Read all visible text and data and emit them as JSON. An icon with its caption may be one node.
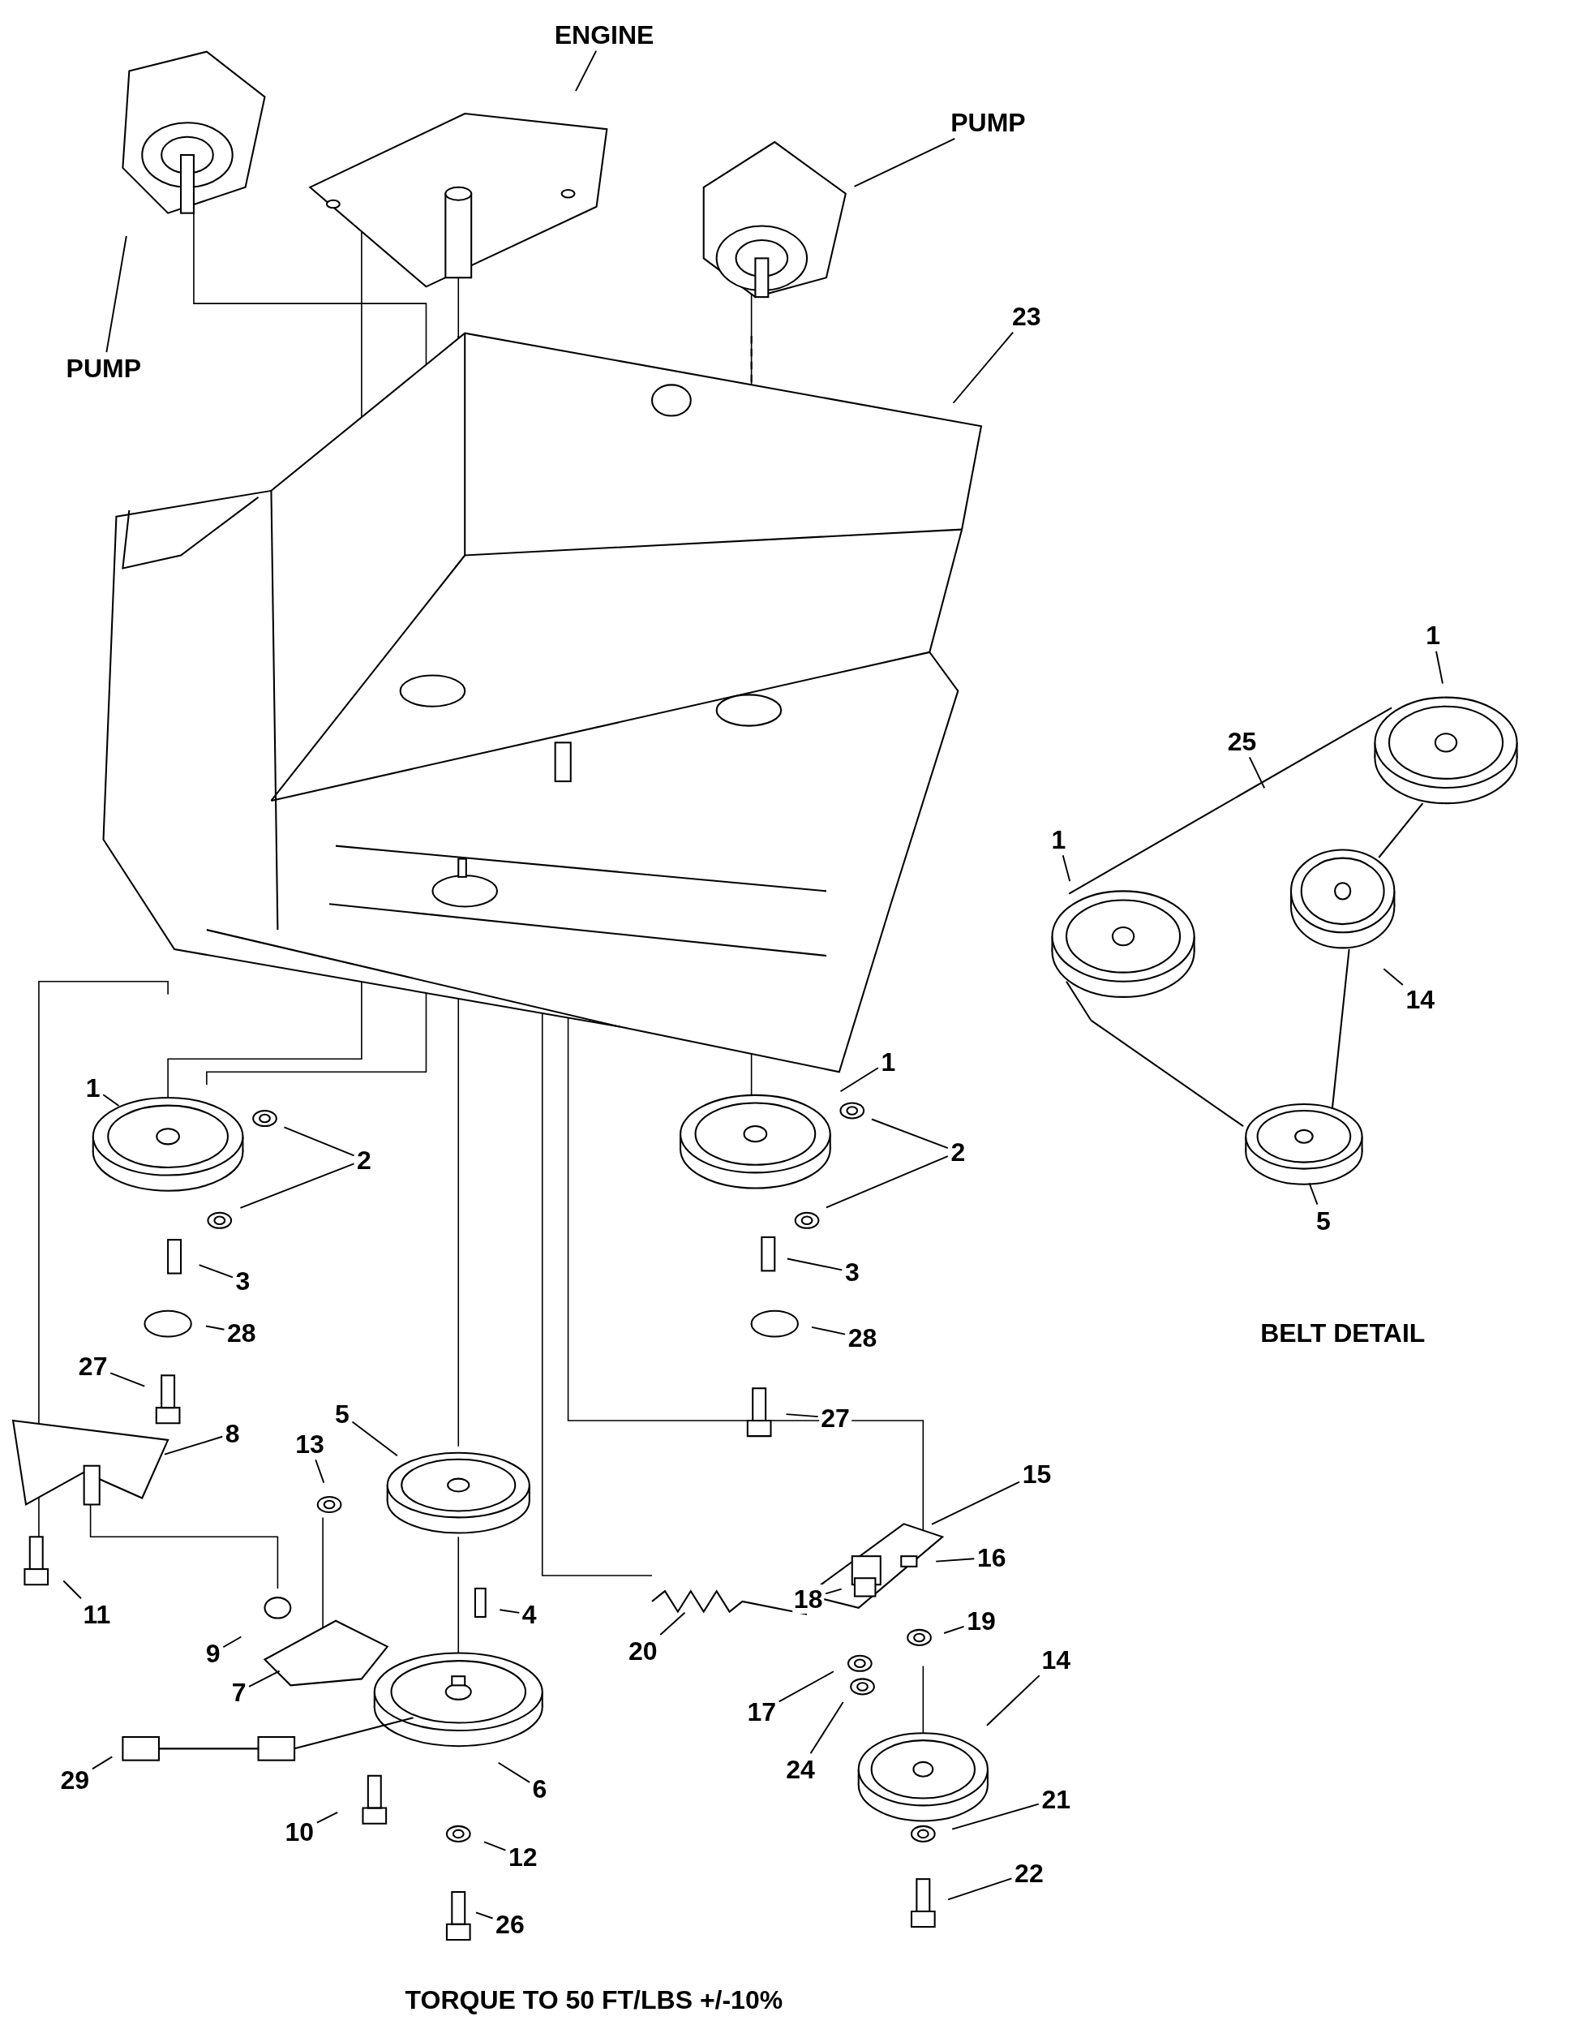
{
  "diagram": {
    "nodes": [
      {
        "text": [
          "ENGINE"
        ]
      },
      {
        "text": [
          "PUMP"
        ]
      },
      {
        "text": [
          "PUMP"
        ]
      },
      {
        "text": [
          "23"
        ]
      },
      {
        "text": [
          "1"
        ]
      },
      {
        "text": [
          "25"
        ]
      },
      {
        "text": [
          "1"
        ]
      },
      {
        "text": [
          "14"
        ]
      },
      {
        "text": [
          "5"
        ]
      },
      {
        "text": [
          "1"
        ]
      },
      {
        "text": [
          "2"
        ]
      },
      {
        "text": [
          "3"
        ]
      },
      {
        "text": [
          "28"
        ]
      },
      {
        "text": [
          "27"
        ]
      },
      {
        "text": [
          "8"
        ]
      },
      {
        "text": [
          "11"
        ]
      },
      {
        "text": [
          "13"
        ]
      },
      {
        "text": [
          "5"
        ]
      },
      {
        "text": [
          "9"
        ]
      },
      {
        "text": [
          "4"
        ]
      },
      {
        "text": [
          "7"
        ]
      },
      {
        "text": [
          "29"
        ]
      },
      {
        "text": [
          "10"
        ]
      },
      {
        "text": [
          "6"
        ]
      },
      {
        "text": [
          "12"
        ]
      },
      {
        "text": [
          "26"
        ]
      },
      {
        "text": [
          "1"
        ]
      },
      {
        "text": [
          "2"
        ]
      },
      {
        "text": [
          "3"
        ]
      },
      {
        "text": [
          "28"
        ]
      },
      {
        "text": [
          "27"
        ]
      },
      {
        "text": [
          "15"
        ]
      },
      {
        "text": [
          "16"
        ]
      },
      {
        "text": [
          "20"
        ]
      },
      {
        "text": [
          "18"
        ]
      },
      {
        "text": [
          "19"
        ]
      },
      {
        "text": [
          "17"
        ]
      },
      {
        "text": [
          "14"
        ]
      },
      {
        "text": [
          "24"
        ]
      },
      {
        "text": [
          "21"
        ]
      },
      {
        "text": [
          "22"
        ]
      }
    ],
    "edges": [
      {
        "from": 0,
        "to": null,
        "arrow": "none"
      },
      {
        "from": 1,
        "to": null,
        "arrow": "none"
      },
      {
        "from": 2,
        "to": null,
        "arrow": "none"
      },
      {
        "from": 3,
        "to": null,
        "arrow": "none"
      },
      {
        "from": 4,
        "to": null,
        "arrow": "none"
      },
      {
        "from": 5,
        "to": null,
        "arrow": "none"
      },
      {
        "from": 6,
        "to": null,
        "arrow": "none"
      },
      {
        "from": 7,
        "to": null,
        "arrow": "none"
      },
      {
        "from": 8,
        "to": null,
        "arrow": "none"
      },
      {
        "from": 9,
        "to": null,
        "arrow": "none"
      },
      {
        "from": 10,
        "to": null,
        "arrow": "none"
      },
      {
        "from": 10,
        "to": null,
        "arrow": "none"
      },
      {
        "from": 11,
        "to": null,
        "arrow": "none"
      },
      {
        "from": 12,
        "to": null,
        "arrow": "none"
      },
      {
        "from": 13,
        "to": null,
        "arrow": "none"
      },
      {
        "from": 14,
        "to": null,
        "arrow": "none"
      },
      {
        "from": 15,
        "to": null,
        "arrow": "none"
      },
      {
        "from": 16,
        "to": null,
        "arrow": "none"
      },
      {
        "from": 17,
        "to": null,
        "arrow": "none"
      },
      {
        "from": 18,
        "to": null,
        "arrow": "none"
      },
      {
        "from": 19,
        "to": null,
        "arrow": "none"
      },
      {
        "from": 20,
        "to": null,
        "arrow": "none"
      },
      {
        "from": 21,
        "to": null,
        "arrow": "none"
      },
      {
        "from": 22,
        "to": null,
        "arrow": "none"
      },
      {
        "from": 23,
        "to": null,
        "arrow": "none"
      },
      {
        "from": 24,
        "to": null,
        "arrow": "none"
      },
      {
        "from": 25,
        "to": null,
        "arrow": "none"
      },
      {
        "from": 26,
        "to": null,
        "arrow": "none"
      },
      {
        "from": 27,
        "to": null,
        "arrow": "none"
      },
      {
        "from": 27,
        "to": null,
        "arrow": "none"
      },
      {
        "from": 28,
        "to": null,
        "arrow": "none"
      },
      {
        "from": 29,
        "to": null,
        "arrow": "none"
      },
      {
        "from": 30,
        "to": null,
        "arrow": "none"
      },
      {
        "from": 31,
        "to": null,
        "arrow": "none"
      },
      {
        "from": 32,
        "to": null,
        "arrow": "none"
      },
      {
        "from": 33,
        "to": null,
        "arrow": "none"
      },
      {
        "from": 34,
        "to": null,
        "arrow": "none"
      },
      {
        "from": 35,
        "to": null,
        "arrow": "none"
      },
      {
        "from": 36,
        "to": null,
        "arrow": "none"
      },
      {
        "from": 37,
        "to": null,
        "arrow": "none"
      },
      {
        "from": 38,
        "to": null,
        "arrow": "none"
      },
      {
        "from": 39,
        "to": null,
        "arrow": "none"
      },
      {
        "from": 40,
        "to": null,
        "arrow": "none"
      }
    ],
    "labels": [
      "BELT DETAIL",
      "TORQUE TO 50 FT/LBS +/-10%"
    ]
  }
}
